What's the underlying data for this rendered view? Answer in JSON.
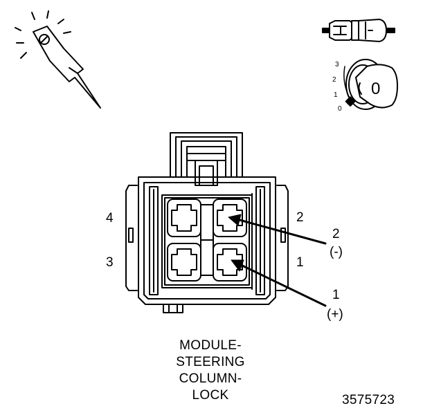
{
  "figure_number": "3575723",
  "caption_lines": [
    "MODULE-",
    "STEERING",
    "COLUMN-",
    "LOCK"
  ],
  "cavity_labels": {
    "four": "4",
    "three": "3",
    "two": "2",
    "one": "1"
  },
  "callouts": {
    "upper": {
      "number": "2",
      "polarity": "(-)"
    },
    "lower": {
      "number": "1",
      "polarity": "(+)"
    }
  },
  "key_positions": [
    "3",
    "2",
    "1",
    "0"
  ],
  "key_label": "0",
  "icons": [
    "test-probe-icon",
    "connector-icon",
    "ignition-key-icon"
  ]
}
